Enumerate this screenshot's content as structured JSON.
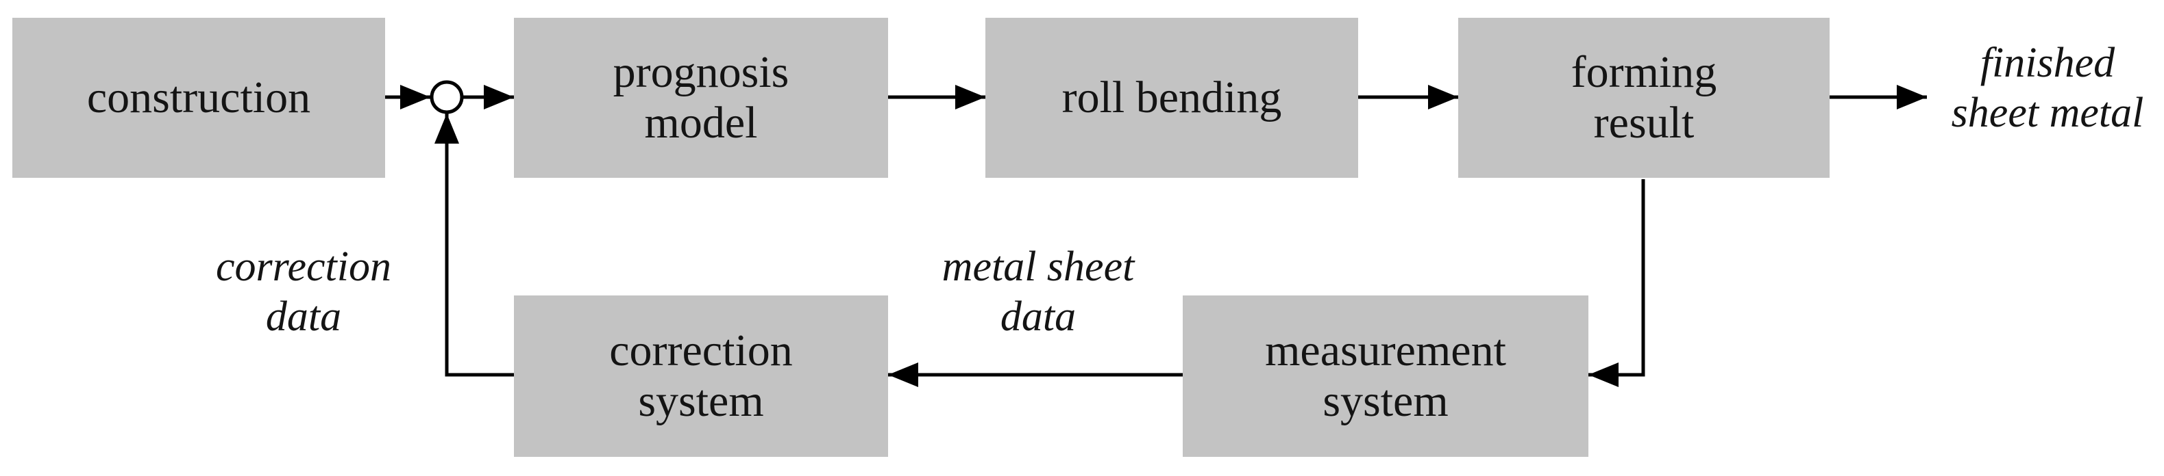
{
  "blocks": {
    "construction": {
      "line1": "construction"
    },
    "prognosis": {
      "line1": "prognosis",
      "line2": "model"
    },
    "roll_bending": {
      "line1": "roll bending"
    },
    "forming": {
      "line1": "forming",
      "line2": "result"
    },
    "correction": {
      "line1": "correction",
      "line2": "system"
    },
    "measurement": {
      "line1": "measurement",
      "line2": "system"
    }
  },
  "labels": {
    "finished": {
      "line1": "finished",
      "line2": "sheet metal"
    },
    "correction_data": {
      "line1": "correction",
      "line2": "data"
    },
    "metal_sheet_data": {
      "line1": "metal sheet",
      "line2": "data"
    }
  },
  "colors": {
    "block_fill": "#c3c3c3",
    "line": "#000000",
    "text": "#141414"
  }
}
